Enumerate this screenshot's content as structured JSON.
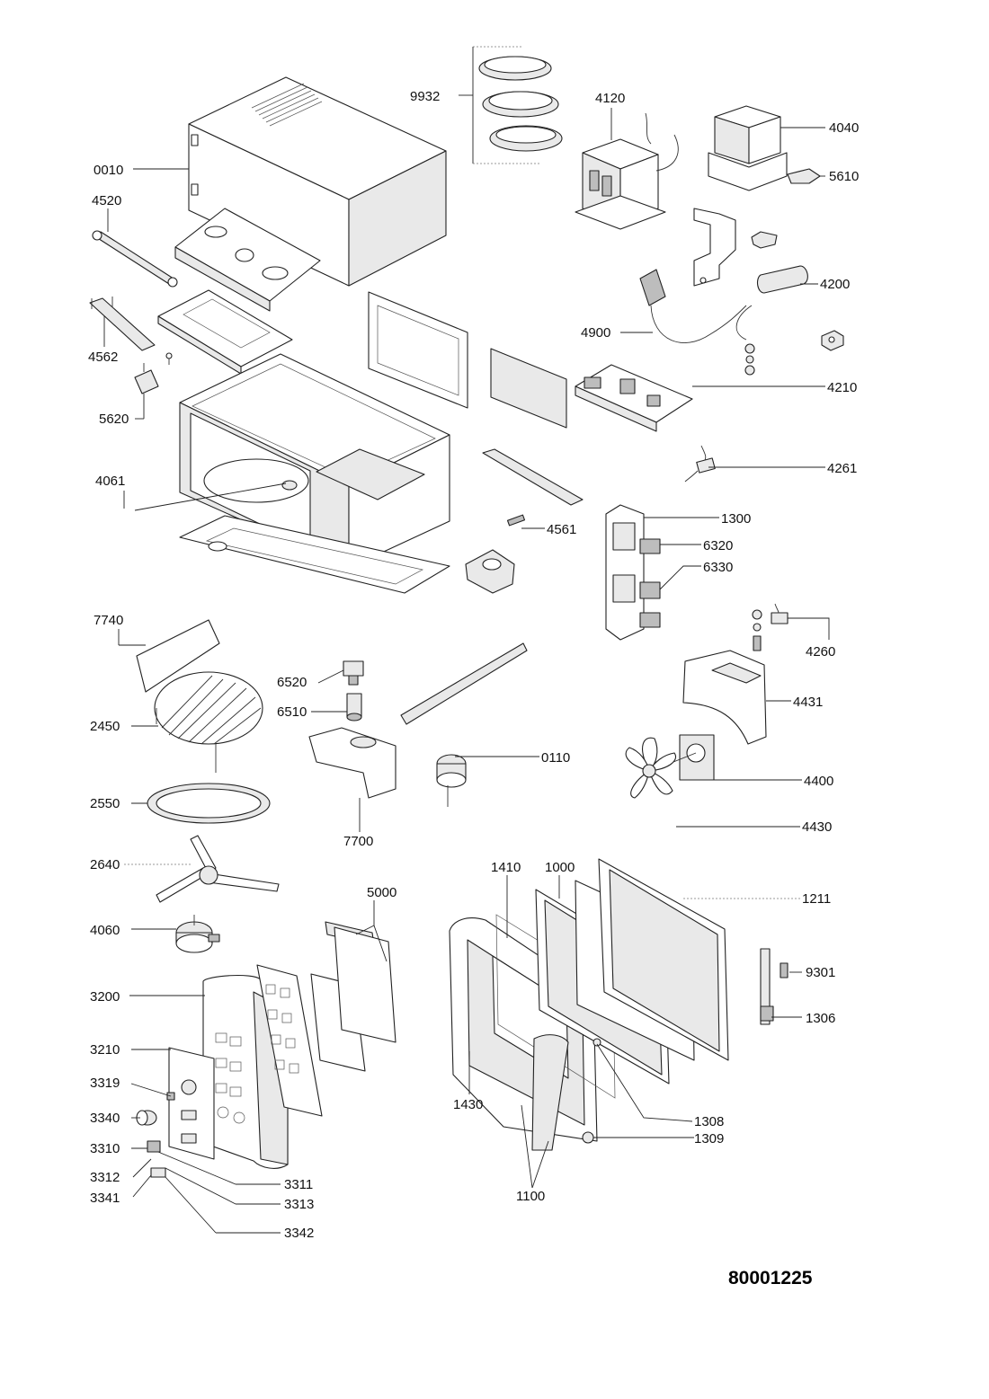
{
  "document_number": "80001225",
  "part_labels": {
    "p0010": "0010",
    "p9932": "9932",
    "p4120": "4120",
    "p4040": "4040",
    "p5610": "5610",
    "p4520": "4520",
    "p4200": "4200",
    "p4900": "4900",
    "p4562": "4562",
    "p4210": "4210",
    "p5620": "5620",
    "p4061": "4061",
    "p4261": "4261",
    "p4561": "4561",
    "p1300": "1300",
    "p6320": "6320",
    "p6330": "6330",
    "p7740": "7740",
    "p4260": "4260",
    "p6520": "6520",
    "p6510": "6510",
    "p4431": "4431",
    "p2450": "2450",
    "p0110": "0110",
    "p4400": "4400",
    "p2550": "2550",
    "p7700": "7700",
    "p4430": "4430",
    "p2640": "2640",
    "p1410": "1410",
    "p1000": "1000",
    "p1211": "1211",
    "p5000": "5000",
    "p4060": "4060",
    "p9301": "9301",
    "p3200": "3200",
    "p1306": "1306",
    "p3210": "3210",
    "p3319": "3319",
    "p1430": "1430",
    "p3340": "3340",
    "p1308": "1308",
    "p3310": "3310",
    "p1309": "1309",
    "p3312": "3312",
    "p3311": "3311",
    "p3341": "3341",
    "p3313": "3313",
    "p1100": "1100",
    "p3342": "3342"
  },
  "icons": [
    "outer-cabinet",
    "turntable-glass-trays",
    "magnetron",
    "transformer",
    "oven-cavity",
    "grill-rack",
    "turntable-ring",
    "turntable-support",
    "turntable-motor",
    "fan-motor",
    "fan-blade",
    "control-panel",
    "door-assembly",
    "circuit-board",
    "capacitor",
    "power-cord"
  ]
}
